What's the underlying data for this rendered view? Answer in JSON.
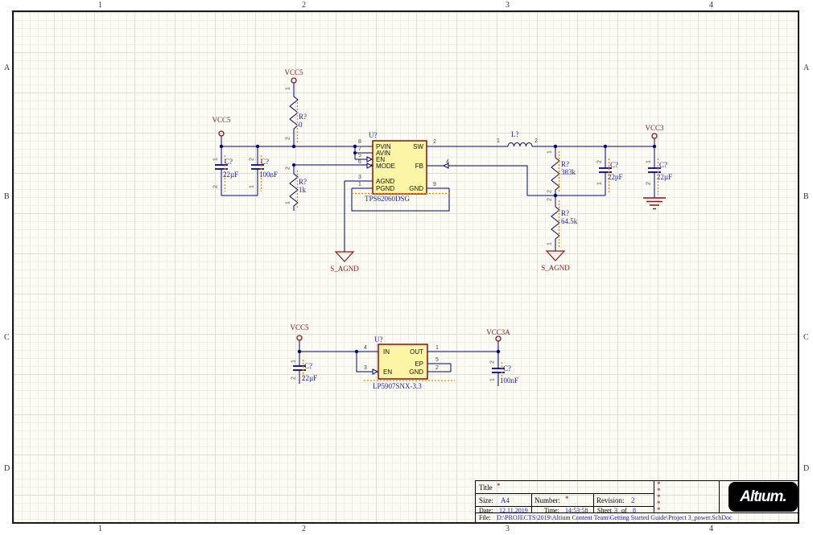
{
  "sheet": {
    "zones": {
      "cols": [
        "1",
        "2",
        "3",
        "4"
      ],
      "rows": [
        "A",
        "B",
        "C",
        "D"
      ]
    }
  },
  "colors": {
    "wire": "#000080",
    "part_fill": "#fcf5a6",
    "part_outline": "#7f0000",
    "power_port": "#8b1515",
    "annotation": "#2121ac",
    "compile_mask": "#ff8000"
  },
  "buck": {
    "vcc5_label": "VCC5",
    "vcc3_label": "VCC3",
    "sagnd_left": "S_AGND",
    "sagnd_right": "S_AGND",
    "c1": {
      "ref": "C?",
      "val": "22µF",
      "p1": "1",
      "p2": "2"
    },
    "c2": {
      "ref": "C?",
      "val": "100nF",
      "p1": "2",
      "p2": "1"
    },
    "r1": {
      "ref": "R?",
      "val": "0",
      "p1": "1",
      "p2": "2"
    },
    "r2": {
      "ref": "R?",
      "val": "1k",
      "p1": "2",
      "p2": "1"
    },
    "l1": {
      "ref": "L?",
      "p1": "1",
      "p2": "2"
    },
    "r3": {
      "ref": "R?",
      "val": "383k",
      "p1": "1",
      "p2": "2"
    },
    "r4": {
      "ref": "R?",
      "val": "64.5k",
      "p1": "2",
      "p2": "1"
    },
    "c3": {
      "ref": "C?",
      "val": "22pF",
      "p1": "2",
      "p2": "1"
    },
    "c4": {
      "ref": "C?",
      "val": "22µF",
      "p1": "1",
      "p2": "2"
    },
    "u": {
      "ref": "U?",
      "part": "TPS62060DSG",
      "pins": {
        "pvin": {
          "num": "8",
          "name": "PVIN"
        },
        "avin": {
          "num": "7",
          "name": "AVIN"
        },
        "en": {
          "num": "5",
          "name": "EN"
        },
        "mode": {
          "num": "6",
          "name": "MODE"
        },
        "agnd": {
          "num": "3",
          "name": "AGND"
        },
        "pgnd": {
          "num": "1",
          "name": "PGND"
        },
        "sw": {
          "num": "2",
          "name": "SW"
        },
        "fb": {
          "num": "4",
          "name": "FB"
        },
        "gnd": {
          "num": "9",
          "name": "GND"
        }
      }
    }
  },
  "ldo": {
    "vcc5_label": "VCC5",
    "vcc3a_label": "VCC3A",
    "c5": {
      "ref": "C?",
      "val": "22µF",
      "p1": "1",
      "p2": "2"
    },
    "c6": {
      "ref": "C?",
      "val": "100nF",
      "p1": "2",
      "p2": "1"
    },
    "u": {
      "ref": "U?",
      "part": "LP5907SNX-3.3",
      "pins": {
        "in": {
          "num": "4",
          "name": "IN"
        },
        "en": {
          "num": "3",
          "name": "EN"
        },
        "out": {
          "num": "1",
          "name": "OUT"
        },
        "ep": {
          "num": "5",
          "name": "EP"
        },
        "gnd": {
          "num": "2",
          "name": "GND"
        }
      }
    }
  },
  "title_block": {
    "title_label": "Title",
    "title_value": "*",
    "size_label": "Size:",
    "size_value": "A4",
    "number_label": "Number:",
    "number_value": "*",
    "revision_label": "Revision:",
    "revision_value": "2",
    "date_label": "Date:",
    "date_value": "12.11.2019",
    "time_label": "Time:",
    "time_value": "14:53:58",
    "sheet_label": "Sheet",
    "sheet_value": "3",
    "of_label": "of",
    "sheet_total": "8",
    "file_label": "File:",
    "file_value": "D:\\PROJECTS\\2019\\Altium Content Team\\Getting Started Guide\\Project 3_power.SchDoc",
    "placeholders": [
      "*",
      "*",
      "*",
      "*",
      "*"
    ]
  },
  "logo": {
    "text": "Altıum."
  }
}
